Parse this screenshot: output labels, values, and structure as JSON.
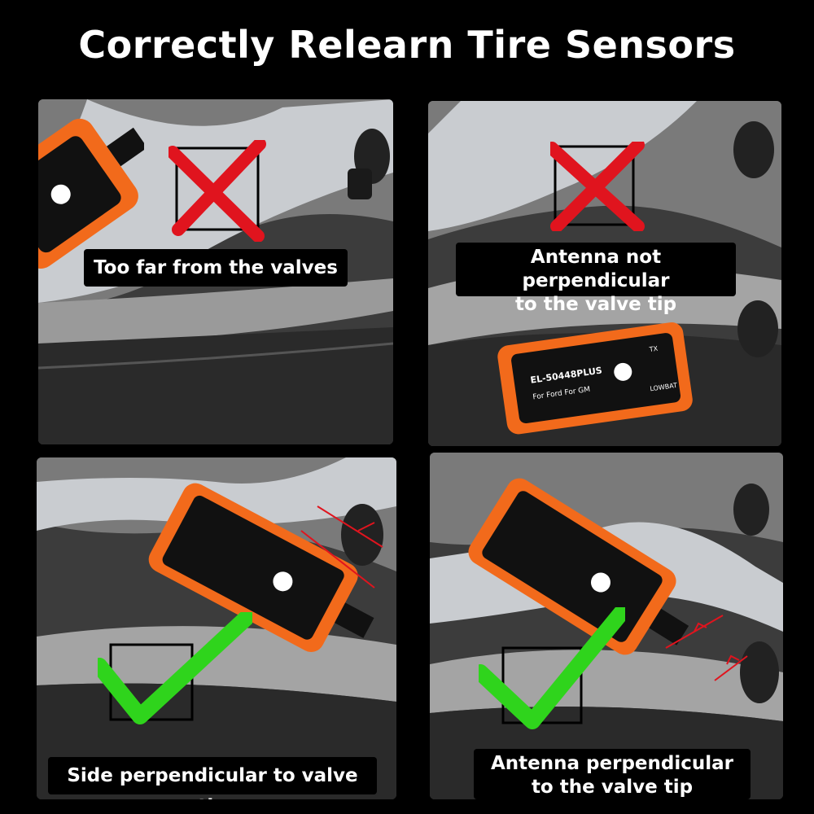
{
  "title": "Correctly Relearn Tire Sensors",
  "panels": [
    {
      "caption": "Too far from the valves",
      "status": "wrong",
      "status_icon": "red-x-icon"
    },
    {
      "caption_line1": "Antenna not perpendicular",
      "caption_line2": "to the valve tip",
      "status": "wrong",
      "status_icon": "red-x-icon"
    },
    {
      "caption": "Side perpendicular to valve tip",
      "status": "correct",
      "status_icon": "green-check-icon"
    },
    {
      "caption_line1": "Antenna perpendicular",
      "caption_line2": "to the valve tip",
      "status": "correct",
      "status_icon": "green-check-icon"
    }
  ],
  "device": {
    "model": "EL-50448PLUS",
    "brand": "For Ford For GM",
    "label_tx": "TX",
    "label_lowbat": "LOWBAT",
    "color": "#f26a1b"
  },
  "colors": {
    "wrong": "#e0141e",
    "correct": "#2fd41c",
    "guide": "#e0141e"
  }
}
